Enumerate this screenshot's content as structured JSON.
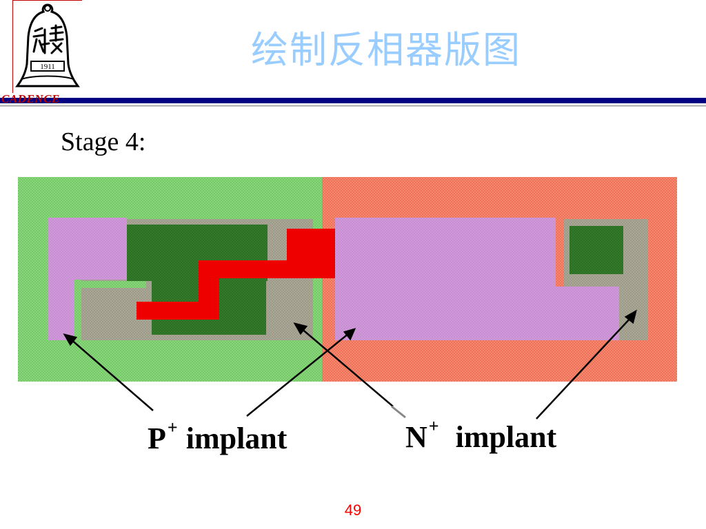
{
  "header": {
    "title": "绘制反相器版图",
    "logo_text": "CADENCE",
    "seal_text": "1911"
  },
  "slide": {
    "stage_label": "Stage 4:",
    "p_label_main": "P",
    "p_label_sup": "+",
    "p_label_word": "implant",
    "n_label_main": "N",
    "n_label_sup": "+",
    "n_label_word": "implant",
    "page_number": "49"
  },
  "colors": {
    "title": "#99ccff",
    "header_rule": "#000080",
    "logo_accent": "#c00000",
    "p_implant_region": "#74c866",
    "n_implant_region": "#ee7157",
    "active_diffusion": "#9c9a89",
    "gate_poly": "#ee0000",
    "metal": "#c88ed3",
    "contact": "#2c6e24",
    "page_number": "#ff0000"
  }
}
